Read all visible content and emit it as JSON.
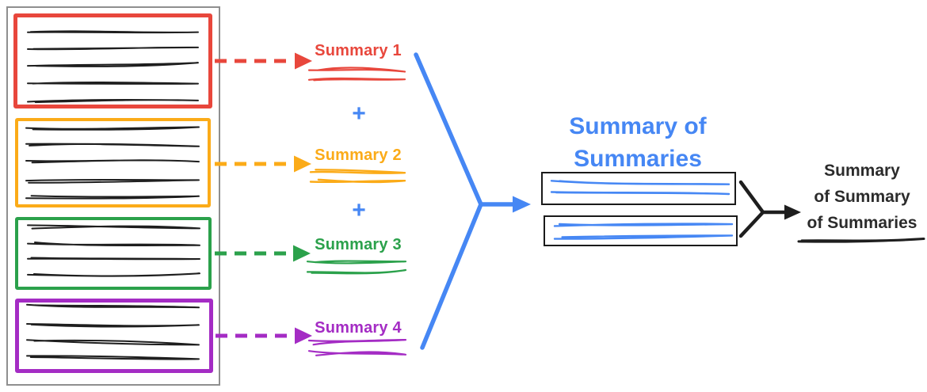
{
  "palette": {
    "red": "#e8473c",
    "yellow": "#fbab18",
    "green": "#2ba14b",
    "purple": "#a42cc4",
    "blue": "#4687f4",
    "ink": "#1e1e1e",
    "text_dark": "#2b2b2b",
    "container_border": "#8f8f8f",
    "box_border": "#1a1a1a"
  },
  "summaries": [
    {
      "label": "Summary 1",
      "color": "red"
    },
    {
      "label": "Summary 2",
      "color": "yellow"
    },
    {
      "label": "Summary 3",
      "color": "green"
    },
    {
      "label": "Summary 4",
      "color": "purple"
    }
  ],
  "plus_sign": "+",
  "intermediate_title": {
    "line1": "Summary of",
    "line2": "Summaries"
  },
  "final_title": {
    "line1": "Summary",
    "line2": "of Summary",
    "line3": "of Summaries"
  }
}
